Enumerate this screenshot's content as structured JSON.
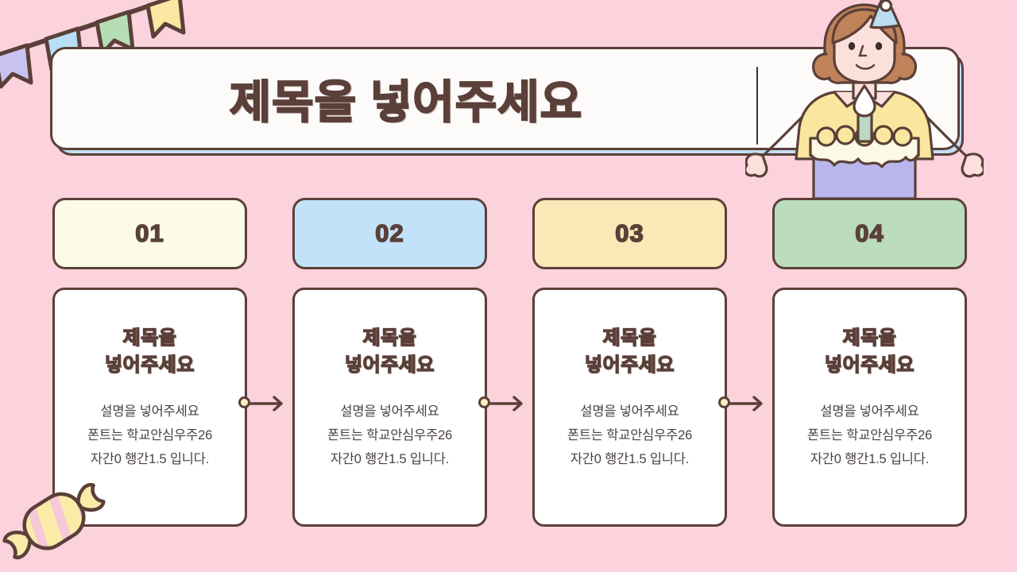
{
  "theme": {
    "background": "#FCD2DC",
    "ink": "#5A4038",
    "card_fill": "#FFFFFF",
    "title_fill": "#FDFBFA",
    "title_shadow": "#C4DEF2",
    "dot_fill": "#FAF0C8"
  },
  "header": {
    "title": "제목을 넣어주세요"
  },
  "decorations": {
    "bunting_flag_colors": [
      "#C8C2F0",
      "#B7DFF6",
      "#B6DDB4",
      "#FBE6A2"
    ],
    "candy_stripe_colors": [
      "#F7C9D8",
      "#FBEBA8"
    ],
    "girl": {
      "hat_color": "#BCDDF4",
      "hair_color": "#C08258",
      "shirt_color": "#F9E79F",
      "skin_color": "#FBE0DC",
      "cake_base_color": "#B9B6EE",
      "cake_frosting_color": "#FCF9E4",
      "candle_color": "#BBD9C4"
    }
  },
  "steps": [
    {
      "number": "01",
      "box_color": "#FBFBE8",
      "title_line1": "제목을",
      "title_line2": "넣어주세요",
      "body_line1": "설명을 넣어주세요",
      "body_line2": "폰트는 학교안심우주26",
      "body_line3": "자간0 행간1.5 입니다."
    },
    {
      "number": "02",
      "box_color": "#C2E2FA",
      "title_line1": "제목을",
      "title_line2": "넣어주세요",
      "body_line1": "설명을 넣어주세요",
      "body_line2": "폰트는 학교안심우주26",
      "body_line3": "자간0 행간1.5 입니다."
    },
    {
      "number": "03",
      "box_color": "#FCE7B6",
      "title_line1": "제목을",
      "title_line2": "넣어주세요",
      "body_line1": "설명을 넣어주세요",
      "body_line2": "폰트는 학교안심우주26",
      "body_line3": "자간0 행간1.5 입니다."
    },
    {
      "number": "04",
      "box_color": "#BCDCBE",
      "title_line1": "제목을",
      "title_line2": "넣어주세요",
      "body_line1": "설명을 넣어주세요",
      "body_line2": "폰트는 학교안심우주26",
      "body_line3": "자간0 행간1.5 입니다."
    }
  ]
}
